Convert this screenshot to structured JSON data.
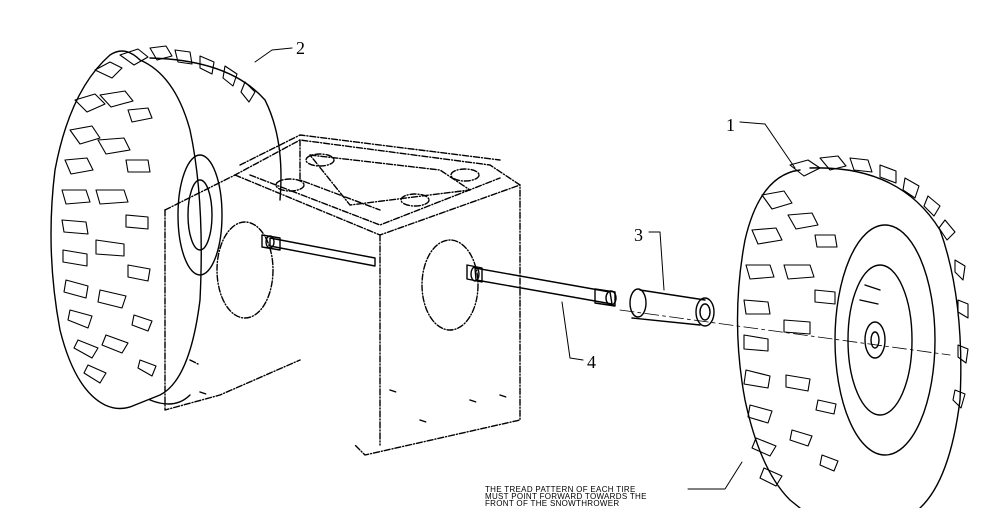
{
  "callouts": {
    "c1": "1",
    "c2": "2",
    "c3": "3",
    "c4": "4"
  },
  "note": {
    "line1": "THE TREAD PATTERN OF EACH TIRE",
    "line2": "MUST POINT FORWARD TOWARDS THE",
    "line3": "FRONT OF THE SNOWTHROWER"
  }
}
